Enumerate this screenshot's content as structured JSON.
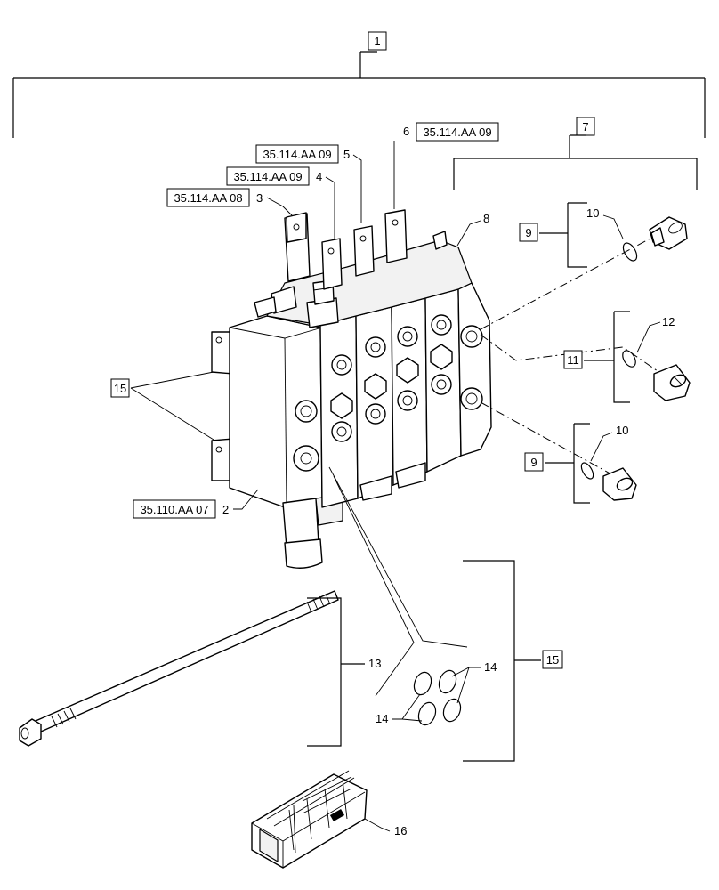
{
  "callouts": {
    "c1": "1",
    "c2": "2",
    "c3": "3",
    "c4": "4",
    "c5": "5",
    "c6": "6",
    "c7": "7",
    "c8": "8",
    "c9a": "9",
    "c9b": "9",
    "c10a": "10",
    "c10b": "10",
    "c11": "11",
    "c12": "12",
    "c13": "13",
    "c14a": "14",
    "c14b": "14",
    "c15a": "15",
    "c15b": "15",
    "c16": "16"
  },
  "references": {
    "r3": "35.114.AA 08",
    "r4": "35.114.AA 09",
    "r5": "35.114.AA 09",
    "r6": "35.114.AA 09",
    "r2": "35.110.AA 07"
  }
}
